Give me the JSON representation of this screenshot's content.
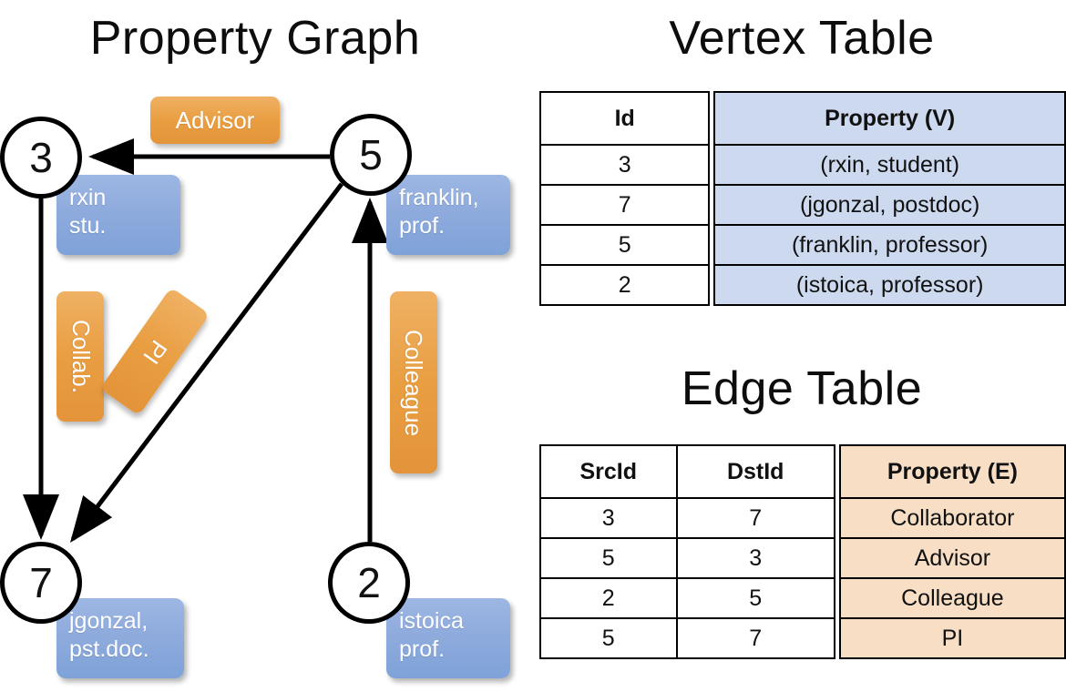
{
  "panels": {
    "graph_title": "Property Graph",
    "vertex_title": "Vertex Table",
    "edge_title": "Edge Table"
  },
  "graph": {
    "nodes": [
      {
        "id": "3",
        "property": "rxin\nstu."
      },
      {
        "id": "5",
        "property": "franklin,\nprof."
      },
      {
        "id": "7",
        "property": "jgonzal,\npst.doc."
      },
      {
        "id": "2",
        "property": "istoica\nprof."
      }
    ],
    "node_labels": {
      "n3": "3",
      "n5": "5",
      "n7": "7",
      "n2": "2"
    },
    "properties": {
      "p3_line1": "rxin",
      "p3_line2": "stu.",
      "p5_line1": "franklin,",
      "p5_line2": "prof.",
      "p7_line1": "jgonzal,",
      "p7_line2": "pst.doc.",
      "p2_line1": "istoica",
      "p2_line2": "prof."
    },
    "edge_labels": {
      "advisor": "Advisor",
      "collab": "Collab.",
      "pi": "PI",
      "colleague": "Colleague"
    },
    "edges": [
      {
        "from": "5",
        "to": "3",
        "label": "Advisor"
      },
      {
        "from": "3",
        "to": "7",
        "label": "Collab."
      },
      {
        "from": "5",
        "to": "7",
        "label": "PI"
      },
      {
        "from": "2",
        "to": "5",
        "label": "Colleague"
      }
    ]
  },
  "vertex_table": {
    "headers": [
      "Id",
      "Property (V)"
    ],
    "rows": [
      {
        "id": "3",
        "property": "(rxin, student)"
      },
      {
        "id": "7",
        "property": "(jgonzal, postdoc)"
      },
      {
        "id": "5",
        "property": "(franklin, professor)"
      },
      {
        "id": "2",
        "property": "(istoica, professor)"
      }
    ]
  },
  "edge_table": {
    "headers": [
      "SrcId",
      "DstId",
      "Property (E)"
    ],
    "rows": [
      {
        "src": "3",
        "dst": "7",
        "property": "Collaborator"
      },
      {
        "src": "5",
        "dst": "3",
        "property": "Advisor"
      },
      {
        "src": "2",
        "dst": "5",
        "property": "Colleague"
      },
      {
        "src": "5",
        "dst": "7",
        "property": "PI"
      }
    ]
  },
  "colors": {
    "vertex_property_fill": "#ccd9ee",
    "edge_property_fill": "#f7dec4",
    "node_box_blue": "#8fabdd",
    "edge_label_orange": "#e99e41",
    "stroke": "#000000"
  }
}
